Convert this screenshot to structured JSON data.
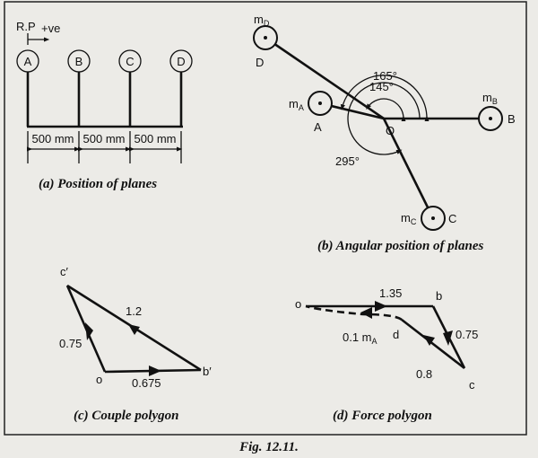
{
  "figure_caption": "Fig. 12.11.",
  "panel_a": {
    "caption": "(a) Position of planes",
    "ref_label": "R.P",
    "direction_label": "+ve",
    "planes": [
      "A",
      "B",
      "C",
      "D"
    ],
    "spacings": [
      "500 mm",
      "500 mm",
      "500 mm"
    ]
  },
  "panel_b": {
    "caption": "(b) Angular position of planes",
    "center_label": "O",
    "masses": [
      {
        "plane": "A",
        "mass_label": "m",
        "sub": "A"
      },
      {
        "plane": "B",
        "mass_label": "m",
        "sub": "B"
      },
      {
        "plane": "C",
        "mass_label": "m",
        "sub": "C"
      },
      {
        "plane": "D",
        "mass_label": "m",
        "sub": "D"
      }
    ],
    "angles": [
      "145°",
      "165°",
      "295°"
    ]
  },
  "panel_c": {
    "caption": "(c) Couple polygon",
    "vertices": [
      "c′",
      "o",
      "b′"
    ],
    "sides": [
      "0.75",
      "0.675",
      "1.2"
    ]
  },
  "panel_d": {
    "caption": "(d) Force polygon",
    "vertices": [
      "o",
      "b",
      "c",
      "d"
    ],
    "sides": [
      "1.35",
      "0.75",
      "0.8"
    ],
    "closing_label": "0.1 m",
    "closing_sub": "A"
  }
}
